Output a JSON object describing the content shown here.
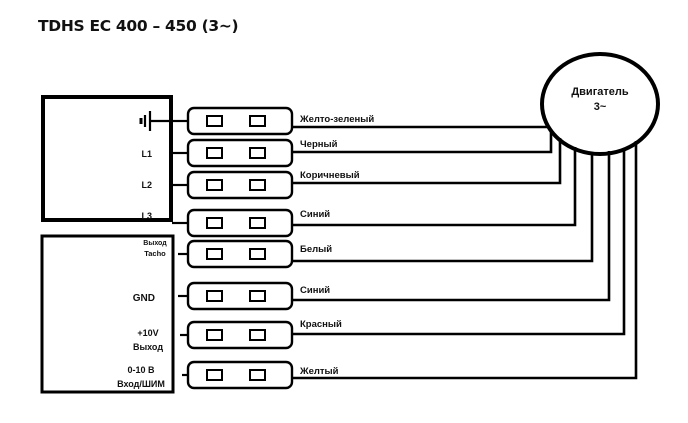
{
  "title": "TDHS EC 400 – 450 (3~)",
  "motor": {
    "line1": "Двигатель",
    "line2": "3~"
  },
  "power_block": {
    "terminals": [
      {
        "label": "",
        "icon": "ground-icon"
      },
      {
        "label": "L1"
      },
      {
        "label": "L2"
      },
      {
        "label": "L3"
      }
    ]
  },
  "control_block": {
    "terminals": [
      {
        "line1": "Выход",
        "line2": "Tacho"
      },
      {
        "line1": "GND",
        "line2": ""
      },
      {
        "line1": "+10V",
        "line2": "Выход"
      },
      {
        "line1": "0-10 В",
        "line2": "Вход/ШИМ"
      }
    ]
  },
  "wires": [
    {
      "label": "Желто-зеленый"
    },
    {
      "label": "Черный"
    },
    {
      "label": "Коричневый"
    },
    {
      "label": "Синий"
    },
    {
      "label": "Белый"
    },
    {
      "label": "Синий"
    },
    {
      "label": "Красный"
    },
    {
      "label": "Желтый"
    }
  ]
}
